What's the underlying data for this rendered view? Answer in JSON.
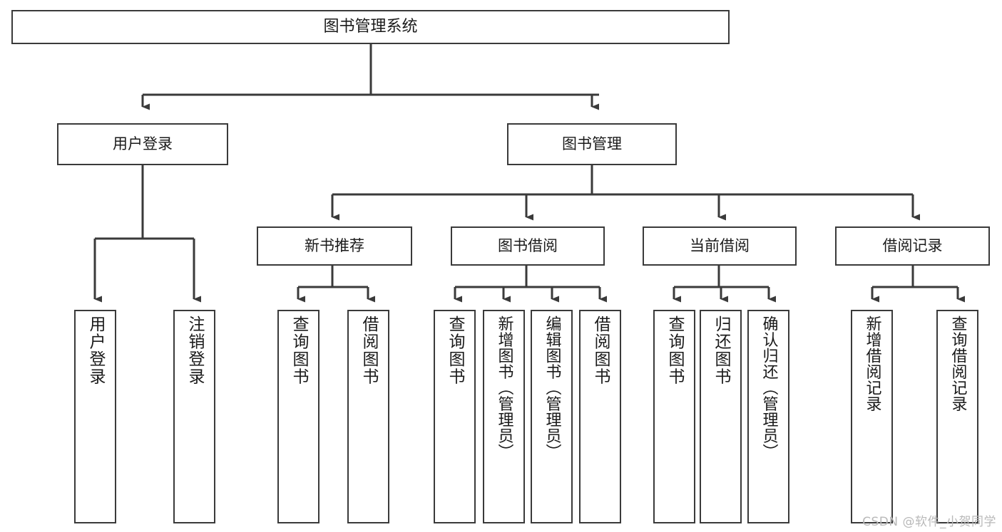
{
  "diagram": {
    "type": "hierarchy-tree",
    "title": "图书管理系统",
    "watermark": "CSDN @软件_小贺同学",
    "line_color": "#3a3a3a",
    "background_color": "#ffffff",
    "nodes": {
      "root": {
        "label": "图书管理系统"
      },
      "level1": [
        {
          "id": "user-login",
          "label": "用户登录"
        },
        {
          "id": "book-manage",
          "label": "图书管理"
        }
      ],
      "level2": [
        {
          "id": "new-book-recommend",
          "label": "新书推荐"
        },
        {
          "id": "book-borrow",
          "label": "图书借阅"
        },
        {
          "id": "current-borrow",
          "label": "当前借阅"
        },
        {
          "id": "borrow-record",
          "label": "借阅记录"
        }
      ],
      "leaves": [
        {
          "id": "leaf-user-login",
          "label": "用户登录",
          "parent": "user-login"
        },
        {
          "id": "leaf-logout-login",
          "label": "注销登录",
          "parent": "user-login"
        },
        {
          "id": "leaf-query-book-1",
          "label": "查询图书",
          "parent": "new-book-recommend"
        },
        {
          "id": "leaf-borrow-book-1",
          "label": "借阅图书",
          "parent": "new-book-recommend"
        },
        {
          "id": "leaf-query-book-2",
          "label": "查询图书",
          "parent": "book-borrow"
        },
        {
          "id": "leaf-add-book",
          "label": "新增图书（管理员）",
          "parent": "book-borrow"
        },
        {
          "id": "leaf-edit-book",
          "label": "编辑图书（管理员）",
          "parent": "book-borrow"
        },
        {
          "id": "leaf-borrow-book-2",
          "label": "借阅图书",
          "parent": "book-borrow"
        },
        {
          "id": "leaf-query-book-3",
          "label": "查询图书",
          "parent": "current-borrow"
        },
        {
          "id": "leaf-return-book",
          "label": "归还图书",
          "parent": "current-borrow"
        },
        {
          "id": "leaf-confirm-return",
          "label": "确认归还（管理员）",
          "parent": "current-borrow"
        },
        {
          "id": "leaf-add-record",
          "label": "新增借阅记录",
          "parent": "borrow-record"
        },
        {
          "id": "leaf-query-record",
          "label": "查询借阅记录",
          "parent": "borrow-record"
        }
      ]
    }
  }
}
